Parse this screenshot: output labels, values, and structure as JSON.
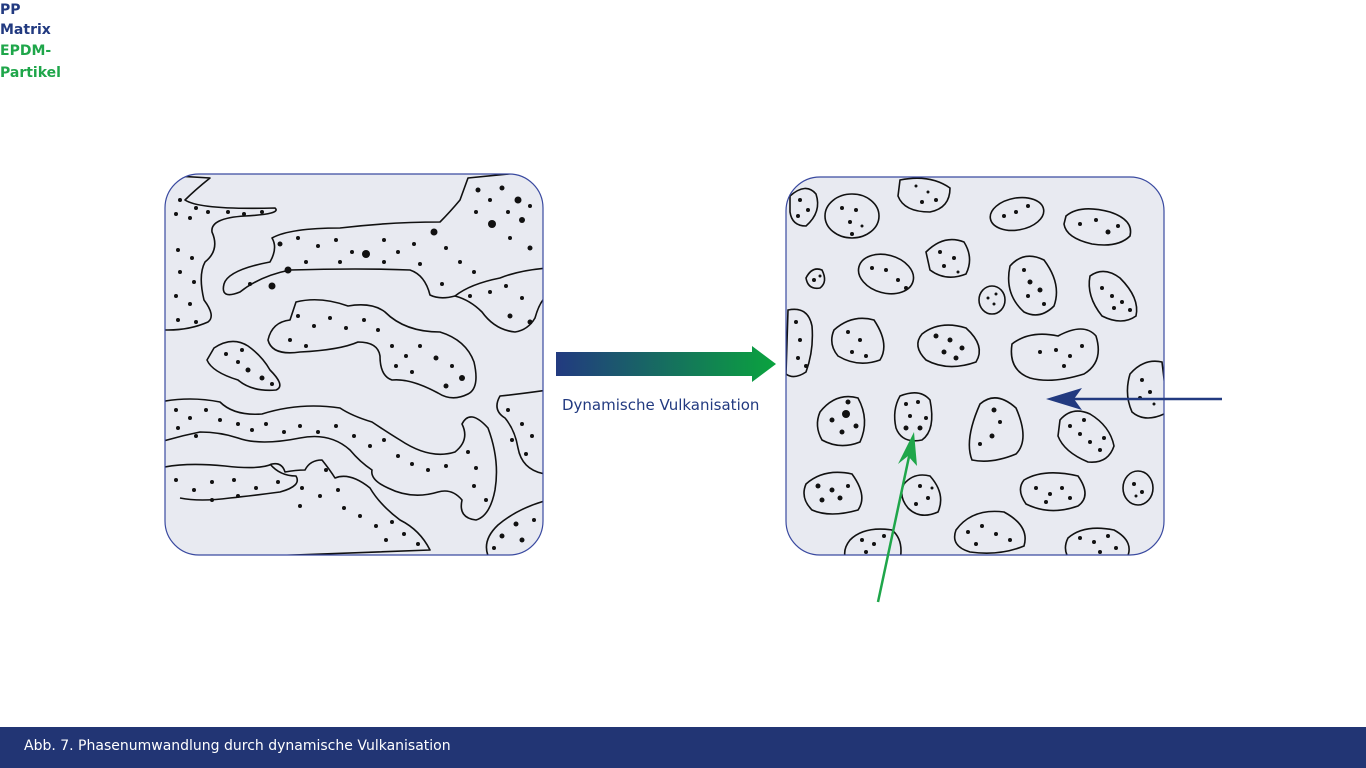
{
  "diagram": {
    "process_label": "Dynamische Vulkanisation",
    "pp_label_line1": "PP",
    "pp_label_line2": "Matrix",
    "epdm_label_line1": "EPDM-",
    "epdm_label_line2": "Partikel"
  },
  "caption": {
    "text": "Abb. 7. Phasenumwandlung durch dynamische Vulkanisation"
  },
  "colors": {
    "matrix_fill": "#e8eaf1",
    "panel_border": "#3a4aa0",
    "outline": "#111111",
    "pp_arrow": "#223a80",
    "epdm_arrow": "#1fa64a",
    "gradient_start": "#223a80",
    "gradient_end": "#0aa33e",
    "caption_bar": "#223574",
    "caption_text": "#ffffff"
  }
}
